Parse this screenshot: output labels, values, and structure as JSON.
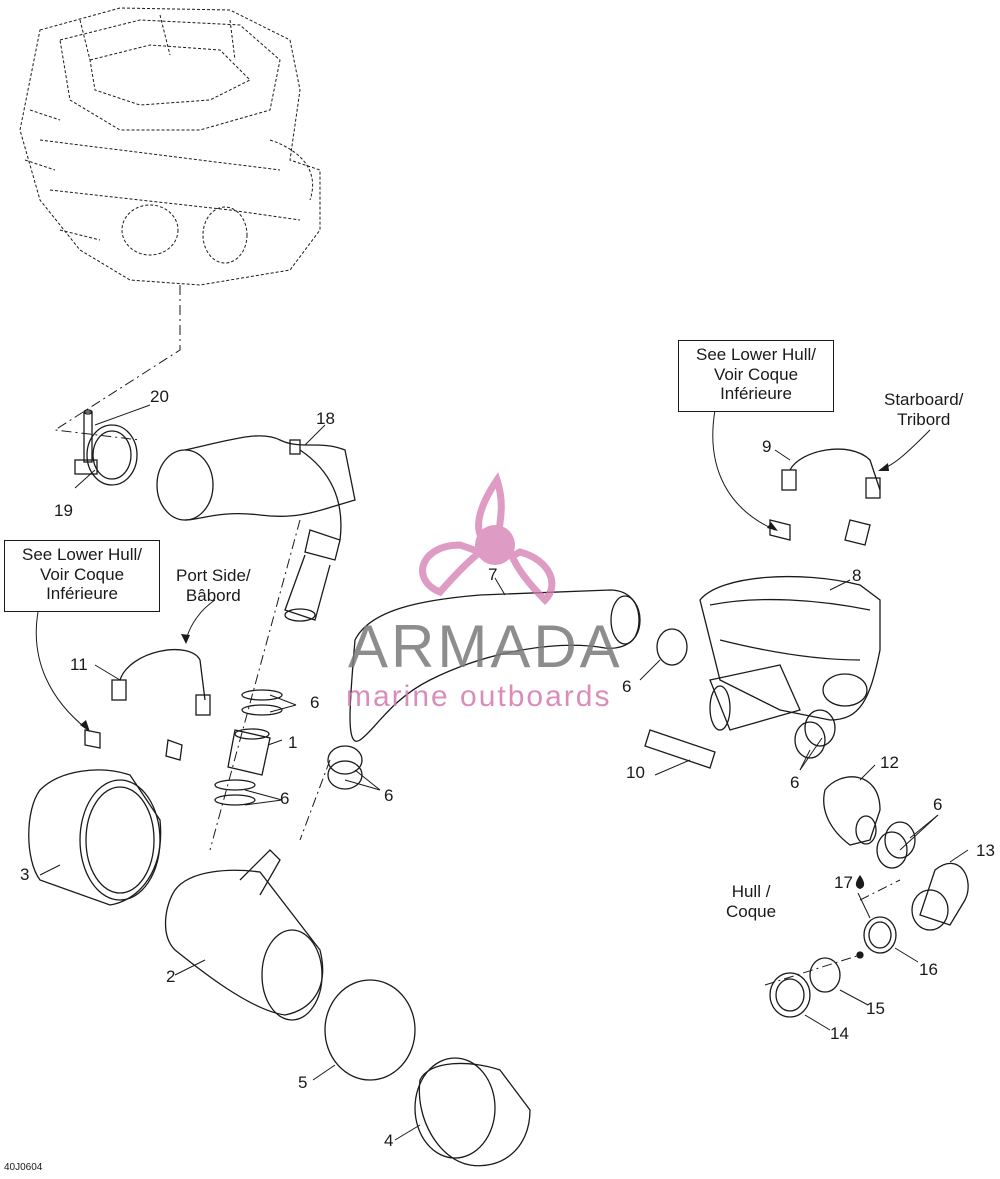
{
  "diagram_code": "40J0604",
  "watermark": {
    "name": "ARMADA",
    "tagline": "marine outboards",
    "color_name": "#7a7a7a",
    "color_tagline": "#d47ab0",
    "logo_icon": "propeller-icon"
  },
  "notes": {
    "lower_hull_right": [
      "See Lower Hull/",
      "Voir Coque",
      "Inférieure"
    ],
    "lower_hull_left": [
      "See Lower Hull/",
      "Voir Coque",
      "Inférieure"
    ],
    "starboard": [
      "Starboard/",
      "Tribord"
    ],
    "port_side": [
      "Port Side/",
      "Bâbord"
    ],
    "hull": [
      "Hull /",
      "Coque"
    ]
  },
  "callouts": {
    "c20": "20",
    "c18": "18",
    "c19": "19",
    "c7": "7",
    "c9": "9",
    "c8": "8",
    "c11": "11",
    "c6a": "6",
    "c6b": "6",
    "c6c": "6",
    "c6d": "6",
    "c6e": "6",
    "c6f": "6",
    "c1": "1",
    "c10": "10",
    "c12": "12",
    "c13": "13",
    "c3": "3",
    "c17": "17",
    "c16": "16",
    "c2": "2",
    "c15": "15",
    "c14": "14",
    "c5": "5",
    "c4": "4"
  }
}
